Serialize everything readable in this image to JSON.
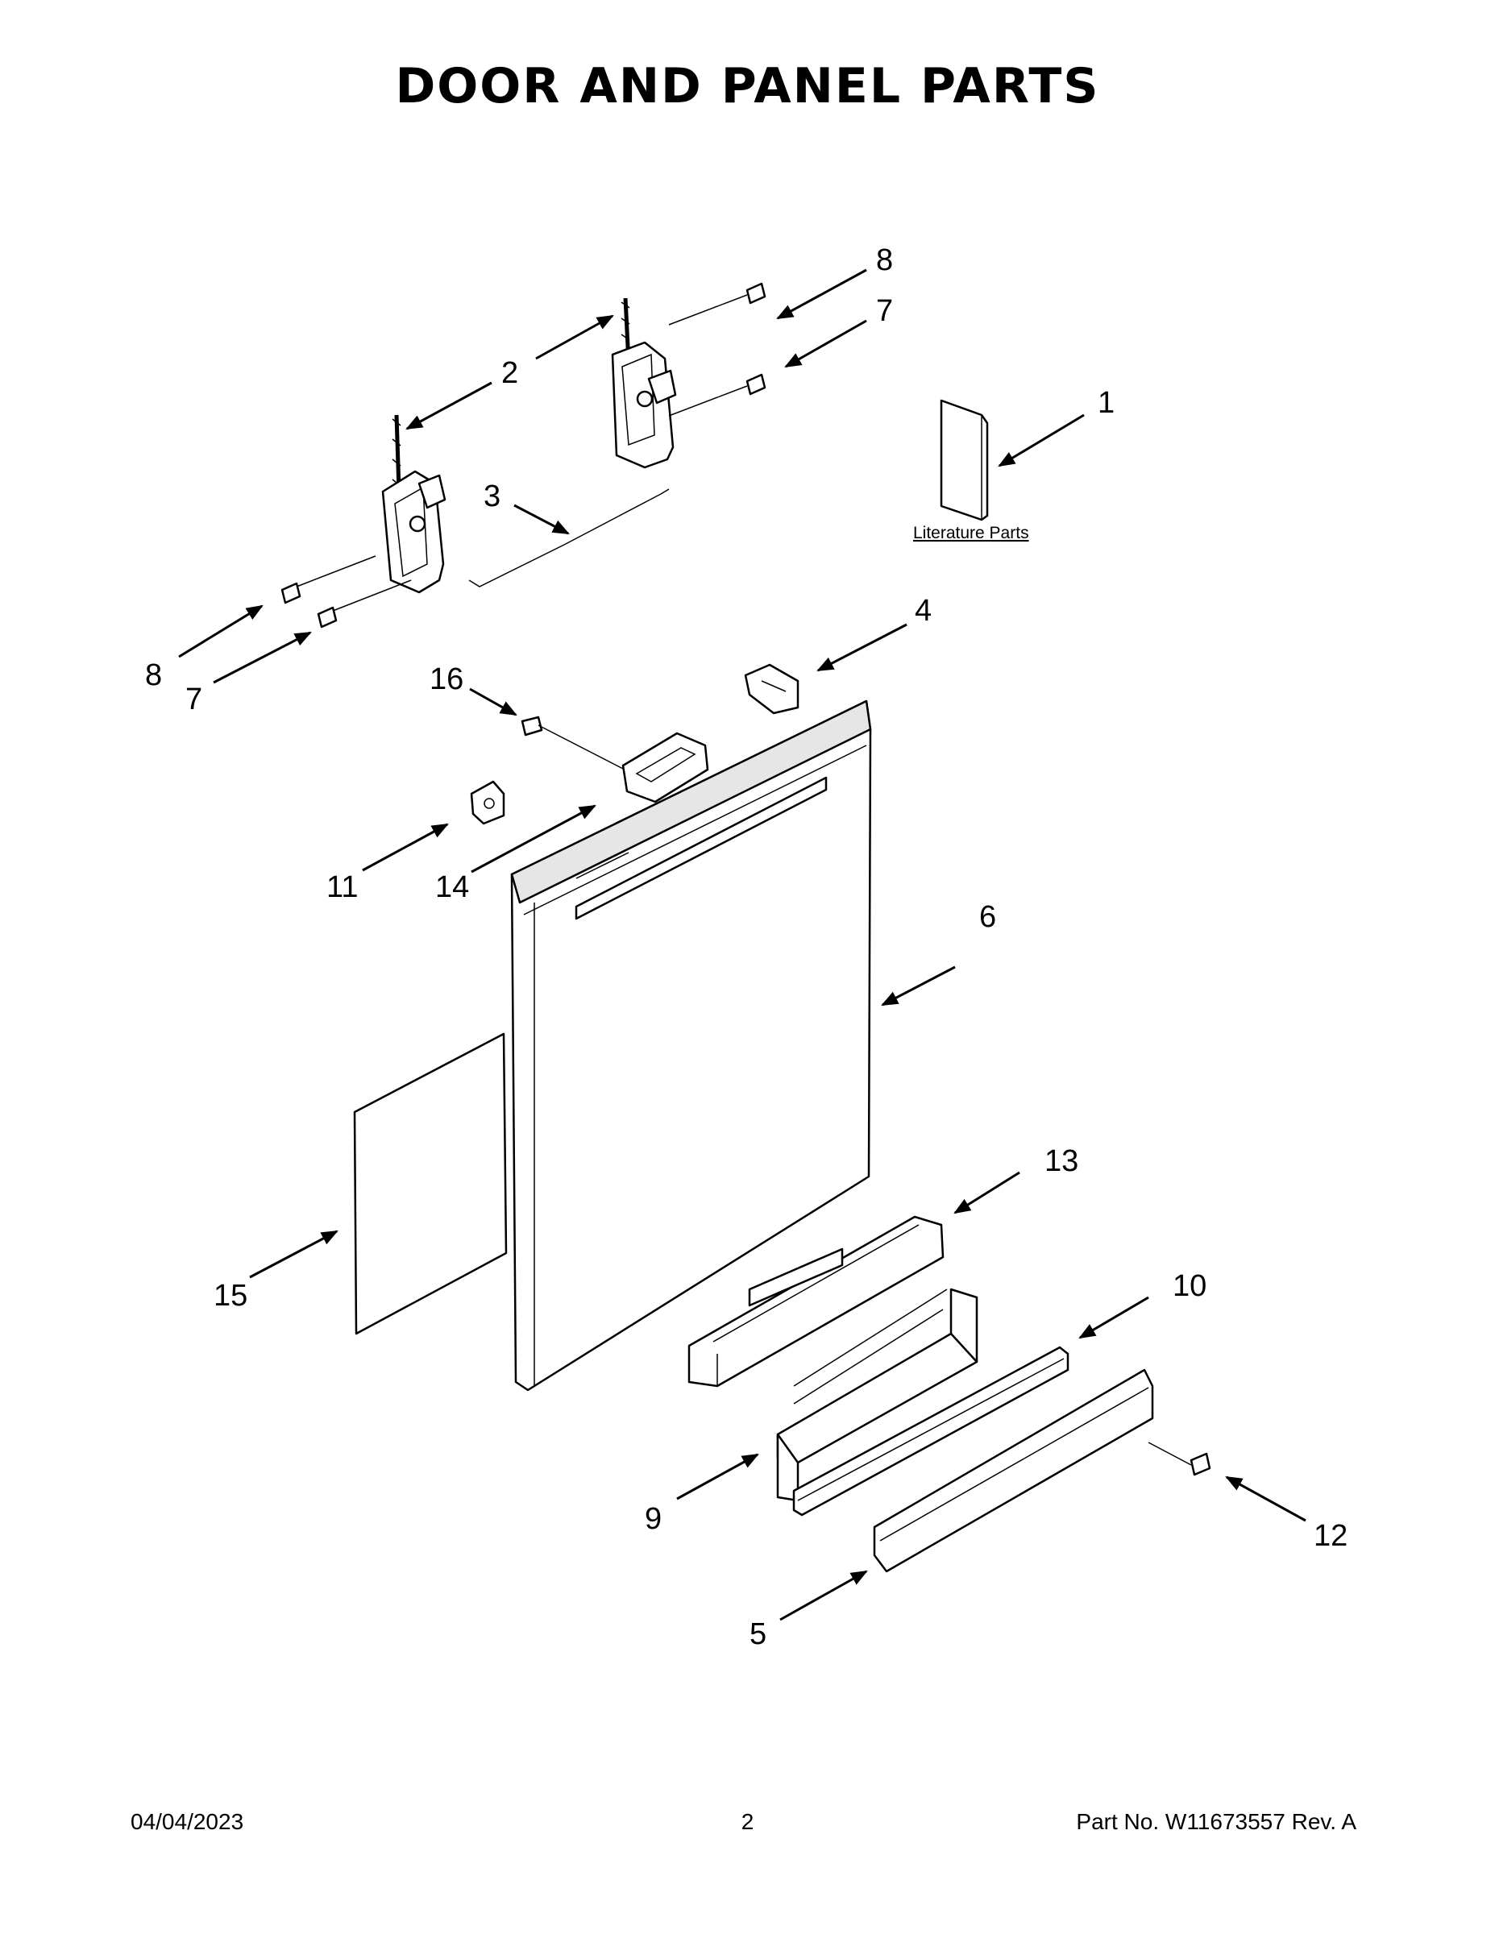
{
  "title": "DOOR AND PANEL PARTS",
  "literature_label": "Literature Parts",
  "callouts": {
    "c1": "1",
    "c2": "2",
    "c3": "3",
    "c4": "4",
    "c5": "5",
    "c6": "6",
    "c7a": "7",
    "c7b": "7",
    "c8a": "8",
    "c8b": "8",
    "c9": "9",
    "c10": "10",
    "c11": "11",
    "c12": "12",
    "c13": "13",
    "c14": "14",
    "c15": "15",
    "c16": "16"
  },
  "footer": {
    "date": "04/04/2023",
    "page": "2",
    "part_no": "Part No.  W11673557  Rev.  A"
  }
}
